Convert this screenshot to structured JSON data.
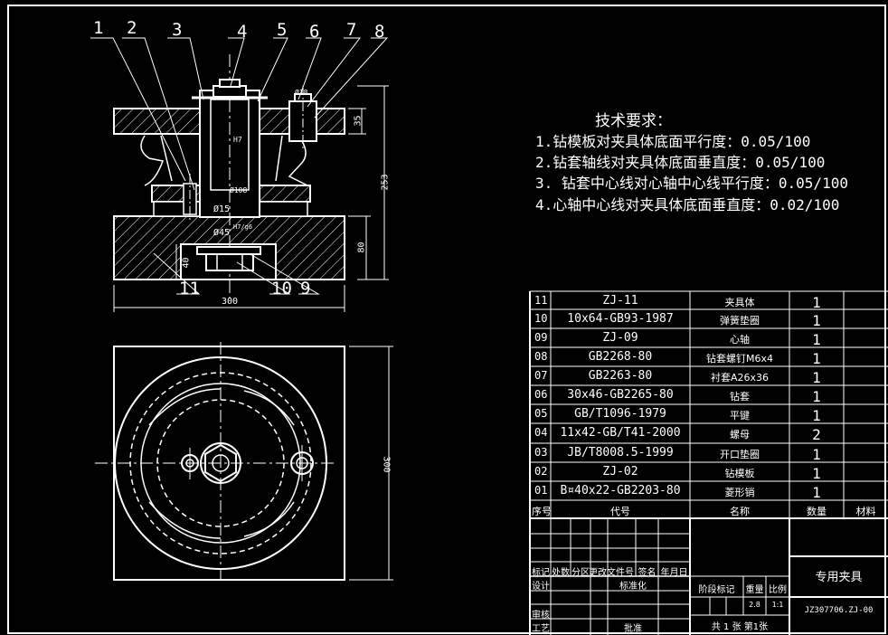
{
  "leaders": [
    "1",
    "2",
    "3",
    "4",
    "5",
    "6",
    "7",
    "8",
    "9",
    "10",
    "11"
  ],
  "dimensions": {
    "d300_top": "300",
    "d253": "253",
    "d80": "80",
    "d35": "35",
    "d40": "40",
    "d300_side": "300",
    "phi108": "Ø108",
    "phi15": "Ø15",
    "phi45": "Ø45",
    "phi45_fit": "H7/g6",
    "phi18": "Ø18",
    "fit_h7": "H7"
  },
  "requirements": {
    "title": "技术要求：",
    "items": [
      "1.钻模板对夹具体底面平行度：0.05/100",
      "2.钻套轴线对夹具体底面垂直度：0.05/100",
      "3. 钻套中心线对心轴中心线平行度：0.05/100",
      "4.心轴中心线对夹具体底面垂直度：0.02/100"
    ]
  },
  "bom": {
    "rows": [
      {
        "no": "11",
        "code": "ZJ-11",
        "name": "夹具体",
        "qty": "1"
      },
      {
        "no": "10",
        "code": "10x64-GB93-1987",
        "name": "弹簧垫圈",
        "qty": "1"
      },
      {
        "no": "09",
        "code": "ZJ-09",
        "name": "心轴",
        "qty": "1"
      },
      {
        "no": "08",
        "code": "GB2268-80",
        "name": "钻套螺钉M6x4",
        "qty": "1"
      },
      {
        "no": "07",
        "code": "GB2263-80",
        "name": "衬套A26x36",
        "qty": "1"
      },
      {
        "no": "06",
        "code": "30x46-GB2265-80",
        "name": "钻套",
        "qty": "1"
      },
      {
        "no": "05",
        "code": "GB/T1096-1979",
        "name": "平键",
        "qty": "1"
      },
      {
        "no": "04",
        "code": "11x42-GB/T41-2000",
        "name": "螺母",
        "qty": "2"
      },
      {
        "no": "03",
        "code": "JB/T8008.5-1999",
        "name": "开口垫圈",
        "qty": "1"
      },
      {
        "no": "02",
        "code": "ZJ-02",
        "name": "钻模板",
        "qty": "1"
      },
      {
        "no": "01",
        "code": "B¤40x22-GB2203-80",
        "name": "菱形销",
        "qty": "1"
      }
    ],
    "header": {
      "no": "序号",
      "code": "代号",
      "name": "名称",
      "qty": "数量",
      "material": "材料"
    }
  },
  "title_block": {
    "h_mark": "标记",
    "h_count": "处数",
    "h_zone": "分区",
    "h_doc": "更改文件号",
    "h_sign": "签名",
    "h_date": "年月日",
    "design": "设计",
    "standard": "标准化",
    "review": "审核",
    "process": "工艺",
    "approve": "批准",
    "stage": "阶段标记",
    "weight": "重量",
    "scale": "比例",
    "weight_val": "2.8",
    "scale_val": "1:1",
    "sheets": "共 1 张 第1张",
    "drawing_name": "专用夹具",
    "drawing_no": "JZ307706.ZJ-00"
  }
}
